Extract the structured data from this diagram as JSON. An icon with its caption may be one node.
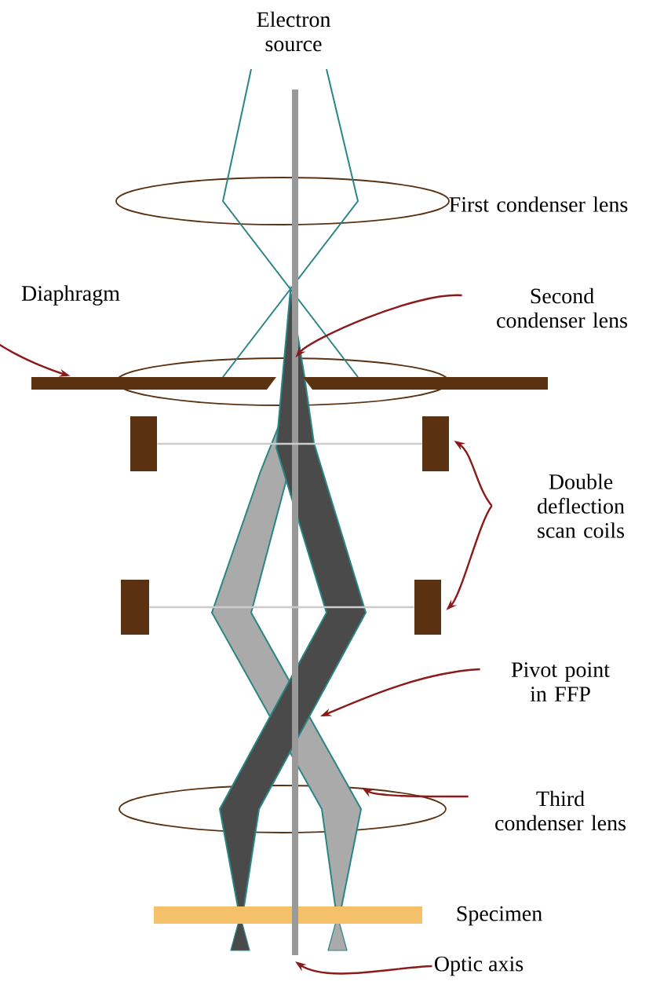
{
  "diagram": {
    "nodes": [
      {
        "text": [],
        "shape": "ellipse"
      },
      {
        "text": [
          "Diaphragm"
        ]
      },
      {
        "text": [],
        "shape": "bar"
      },
      {
        "text": [
          "Second condenser lens"
        ]
      },
      {
        "text": [],
        "shape": "ellipse"
      },
      {
        "text": [],
        "shape": "box"
      },
      {
        "text": [],
        "shape": "box"
      },
      {
        "text": [
          "Double deflection scan coils"
        ]
      },
      {
        "text": [],
        "shape": "box"
      },
      {
        "text": [],
        "shape": "box"
      },
      {
        "text": [
          "Pivot point in FFP"
        ]
      },
      {
        "text": [
          "Third condenser lens"
        ]
      },
      {
        "text": [],
        "shape": "ellipse"
      },
      {
        "text": [
          "Optic axis"
        ]
      }
    ],
    "edges": [
      {
        "from": 1,
        "to": 2,
        "arrow": "to"
      },
      {
        "from": 3,
        "to": 4,
        "arrow": "to"
      },
      {
        "from": 5,
        "to": 6,
        "arrow": "none",
        "color": "#cccccc"
      },
      {
        "from": 7,
        "to": 6,
        "arrow": "to"
      },
      {
        "from": 7,
        "to": 9,
        "arrow": "to"
      },
      {
        "from": 8,
        "to": 9,
        "arrow": "none",
        "color": "#cccccc"
      },
      {
        "from": 10,
        "to": null,
        "arrow": "to"
      },
      {
        "from": 11,
        "to": 12,
        "arrow": "to"
      },
      {
        "from": 13,
        "to": null,
        "arrow": "to"
      }
    ],
    "labels": [
      "Electron source",
      "First condenser lens",
      "Specimen"
    ]
  }
}
